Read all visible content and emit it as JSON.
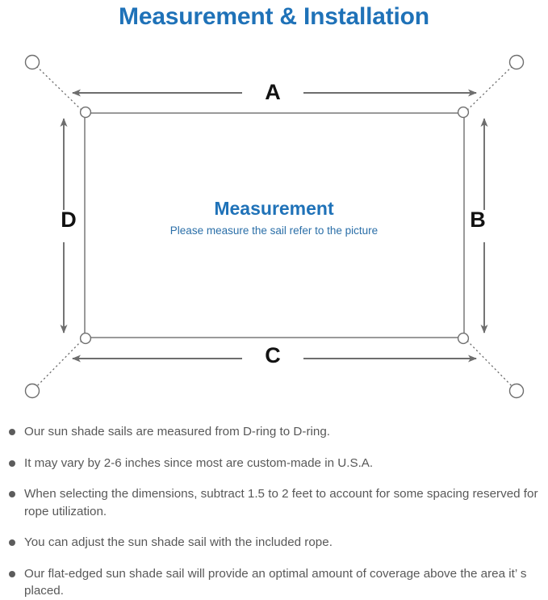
{
  "page": {
    "title": "Measurement & Installation",
    "accent_color": "#1f72b8",
    "text_color": "#585858",
    "line_color": "#6e6e6e"
  },
  "diagram": {
    "name": "shade-sail-measurement-diagram",
    "center": {
      "heading": "Measurement",
      "subheading": "Please measure the sail refer to the picture"
    },
    "dimension_labels": {
      "top": "A",
      "right": "B",
      "bottom": "C",
      "left": "D"
    },
    "anchors": [
      {
        "id": "anchor-top-left",
        "label": "anchor-point"
      },
      {
        "id": "anchor-top-right",
        "label": "anchor-point"
      },
      {
        "id": "anchor-bottom-left",
        "label": "anchor-point"
      },
      {
        "id": "anchor-bottom-right",
        "label": "anchor-point"
      }
    ],
    "d_rings": [
      {
        "id": "d-ring-top-left"
      },
      {
        "id": "d-ring-top-right"
      },
      {
        "id": "d-ring-bottom-left"
      },
      {
        "id": "d-ring-bottom-right"
      }
    ]
  },
  "notes": [
    "Our sun shade sails are measured from D-ring to D-ring.",
    "It may vary by 2-6 inches since most are custom-made in U.S.A.",
    "When selecting the dimensions, subtract 1.5 to 2 feet to account for some spacing reserved for rope utilization.",
    "You can adjust the sun shade sail with the included rope.",
    "Our flat-edged sun shade sail will provide an optimal amount of coverage above the area it’ s placed."
  ]
}
